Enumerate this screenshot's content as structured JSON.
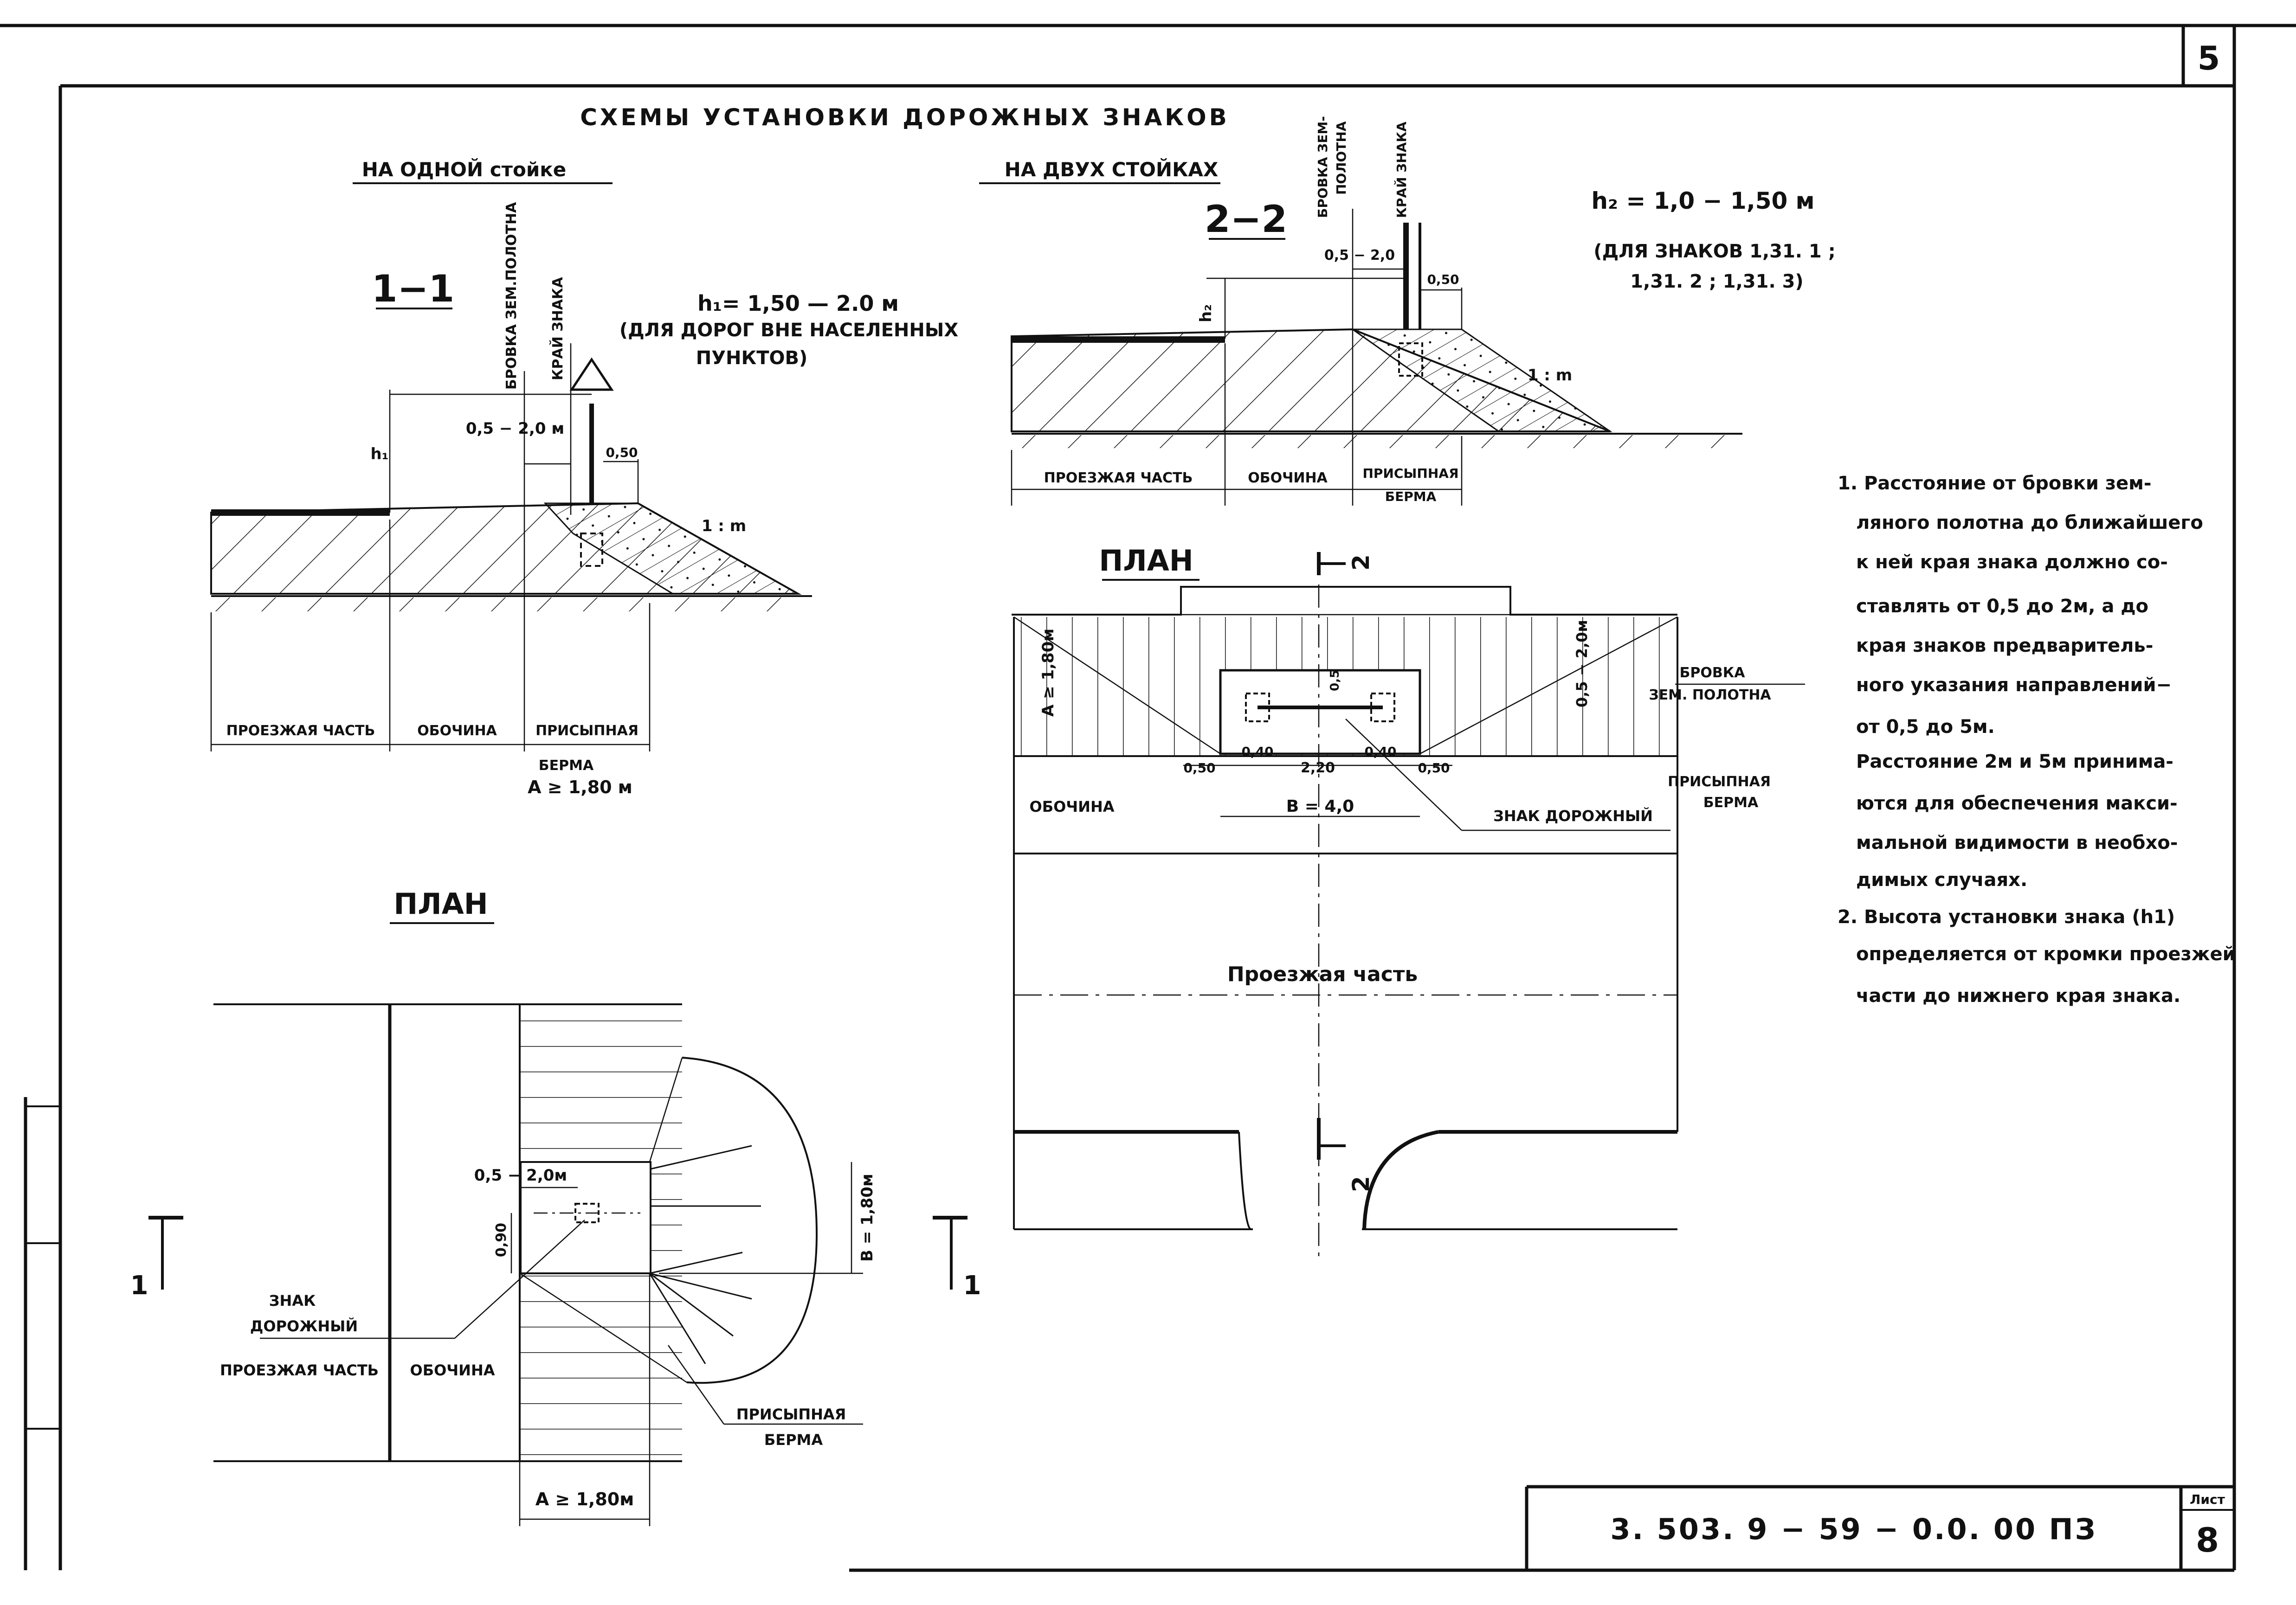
{
  "sheet_number": "5",
  "sheet_label": "Лист",
  "sheet_page": "8",
  "doc_code": "3. 503. 9 − 59 − 0.0. 00 ПЗ",
  "main_title": "СХЕМЫ   УСТАНОВКИ   ДОРОЖНЫХ   ЗНАКОВ",
  "left": {
    "subtitle": "НА  ОДНОЙ   стойке",
    "section_mark": "1−1",
    "h_formula": "h₁= 1,50 — 2.0 м",
    "h_note1": "(ДЛЯ  ДОРОГ  ВНЕ  НАСЕЛЕННЫХ",
    "h_note2": "ПУНКТОВ)",
    "vlabel_edge": "БРОВКА  ЗЕМ.ПОЛОТНА",
    "vlabel_sign": "КРАЙ   ЗНАКА",
    "h_label": "h₁",
    "dim_05_20": "0,5 − 2,0 м",
    "dim_050": "0,50",
    "slope": "1 : m",
    "zones": [
      "ПРОЕЗЖАЯ  ЧАСТЬ",
      "ОБОЧИНА",
      "ПРИСЫПНАЯ"
    ],
    "berma": "БЕРМА",
    "a_min": "А ≥ 1,80 м",
    "plan_title": "ПЛАН",
    "plan_dim_05_20": "0,5 − 2,0м",
    "plan_dim_090": "0,90",
    "plan_dim_b": "В = 1,80м",
    "plan_sign1": "ЗНАК",
    "plan_sign2": "ДОРОЖНЫЙ",
    "plan_road": "ПРОЕЗЖАЯ ЧАСТЬ",
    "plan_shoulder": "ОБОЧИНА",
    "plan_berm1": "ПРИСЫПНАЯ",
    "plan_berm2": "БЕРМА",
    "plan_a": "А ≥ 1,80м",
    "cut_mark": "1"
  },
  "right": {
    "subtitle": "НА ДВУХ  СТОЙКАХ",
    "section_mark": "2−2",
    "h_formula": "h₂ = 1,0 − 1,50 м",
    "h_note1": "(ДЛЯ  ЗНАКОВ  1,31. 1 ;",
    "h_note2": "1,31. 2 ;  1,31. 3)",
    "vlabel_edge1": "БРОВКА  ЗЕМ-",
    "vlabel_edge2": "ПОЛОТНА",
    "vlabel_sign": "КРАЙ ЗНАКА",
    "h_label": "h₂",
    "dim_05_20": "0,5 − 2,0",
    "dim_050": "0,50",
    "slope": "1 : m",
    "zones": [
      "ПРОЕЗЖАЯ  ЧАСТЬ",
      "ОБОЧИНА",
      "ПРИСЫПНАЯ"
    ],
    "berma": "БЕРМА",
    "plan_title": "ПЛАН",
    "plan_a": "А ≥ 1,80м",
    "plan_05_20": "0,5 − 2,0м",
    "plan_05": "0,5",
    "plan_050_l": "0,50",
    "plan_040_l": "0,40",
    "plan_220": "2,20",
    "plan_040_r": "0,40",
    "plan_050_r": "0,50",
    "plan_b": "В = 4,0",
    "plan_shoulder": "ОБОЧИНА",
    "plan_edge1": "БРОВКА",
    "plan_edge2": "ЗЕМ. ПОЛОТНА",
    "plan_berm1": "ПРИСЫПНАЯ",
    "plan_berm2": "БЕРМА",
    "plan_sign": "ЗНАК  ДОРОЖНЫЙ",
    "plan_road": "Проезжая   часть",
    "cut_mark_2": "2",
    "cut_mark_1": "1"
  },
  "notes": [
    "1. Расстояние  от  бровки  зем-",
    "ляного  полотна  до  ближайшего",
    "к  ней  края  знака  должно  со-",
    "ставлять  от  0,5  до  2м, а  до",
    "края  знаков  предваритель-",
    "ного  указания  направлений−",
    "от  0,5  до  5м.",
    "Расстояние  2м  и  5м  принима-",
    "ются  для  обеспечения  макси-",
    "мальной  видимости  в  необхо-",
    "димых  случаях.",
    "2. Высота  установки  знака  (h1)",
    "определяется  от  кромки проезжей",
    "части  до  нижнего  края  знака."
  ]
}
